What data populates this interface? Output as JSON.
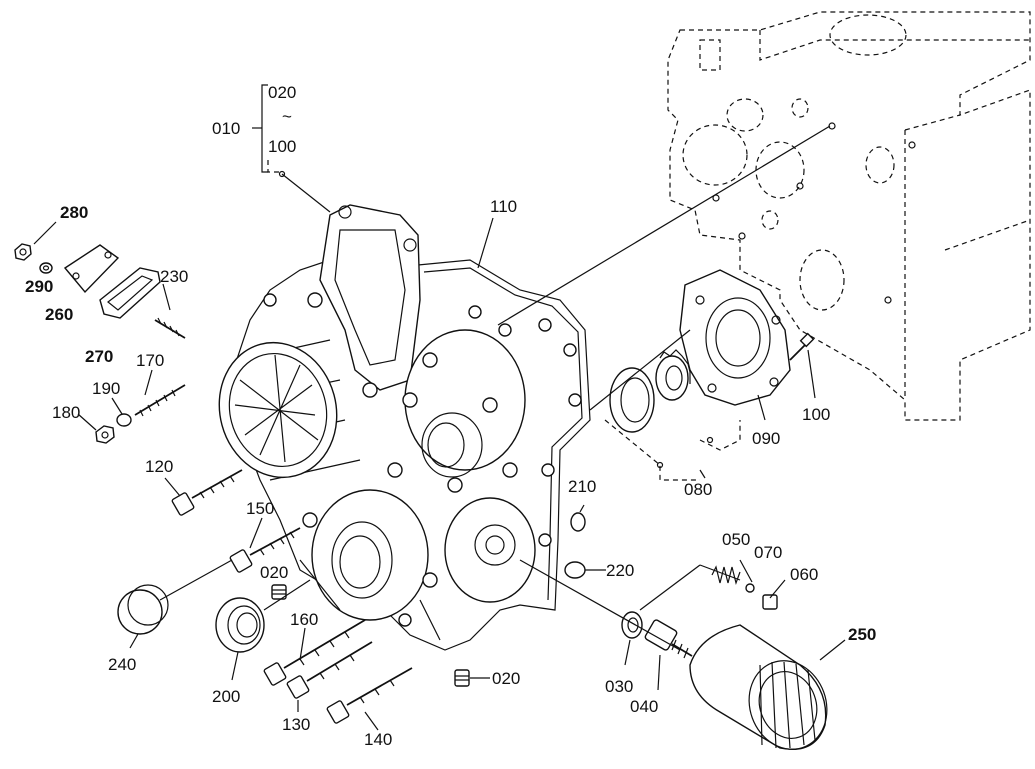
{
  "diagram": {
    "callouts": {
      "c010": "010",
      "c020_top": "020",
      "c_tilde": "~",
      "c100_top": "100",
      "c110": "110",
      "c280": "280",
      "c290": "290",
      "c260": "260",
      "c270": "270",
      "c230": "230",
      "c170": "170",
      "c190": "190",
      "c180": "180",
      "c120": "120",
      "c150": "150",
      "c020_mid": "020",
      "c240": "240",
      "c200": "200",
      "c160": "160",
      "c130": "130",
      "c140": "140",
      "c020_bot": "020",
      "c210": "210",
      "c220": "220",
      "c080": "080",
      "c090": "090",
      "c100_right": "100",
      "c050": "050",
      "c070": "070",
      "c060": "060",
      "c030": "030",
      "c040": "040",
      "c250": "250"
    },
    "colors": {
      "ink": "#111111",
      "paper": "#ffffff"
    }
  }
}
